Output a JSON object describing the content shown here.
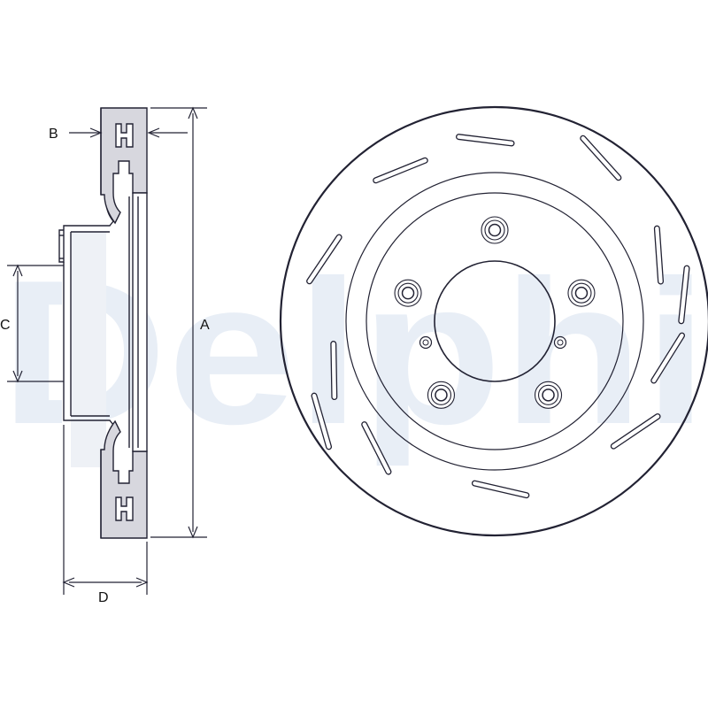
{
  "watermark": {
    "text": "Delphi",
    "color": "#e8eef6"
  },
  "colors": {
    "stroke": "#222233",
    "section_fill": "#d7d7de",
    "bore_fill": "#eef1f6",
    "hub_fill": "#dedee6"
  },
  "labels": {
    "a": "A",
    "b": "B",
    "c": "C",
    "d": "D"
  },
  "disc": {
    "bolt_holes": 5,
    "small_holes": 2,
    "slots": 12
  }
}
